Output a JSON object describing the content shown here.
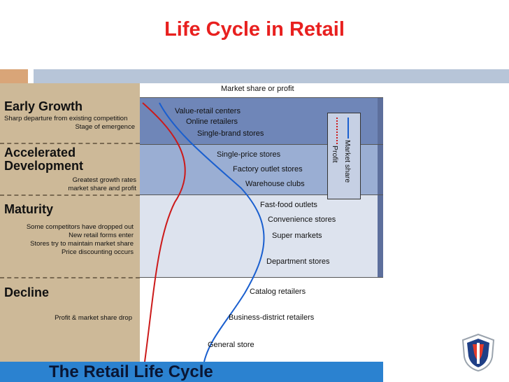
{
  "title": "Life Cycle in Retail",
  "top_label": "Market share or profit",
  "stages": [
    {
      "title": "Early Growth",
      "notes": [
        "Sharp departure from existing competition",
        "Stage of emergence"
      ]
    },
    {
      "title": "Accelerated\nDevelopment",
      "notes": [
        "Greatest growth rates",
        "market share and profit"
      ]
    },
    {
      "title": "Maturity",
      "notes": [
        "Some competitors have dropped out",
        "New retail forms enter",
        "Stores try to maintain market share",
        "Price discounting occurs"
      ]
    },
    {
      "title": "Decline",
      "notes": [
        "Profit & market share drop"
      ]
    }
  ],
  "stores": [
    "Value-retail centers",
    "Online retailers",
    "Single-brand stores",
    "Single-price stores",
    "Factory outlet stores",
    "Warehouse clubs",
    "Fast-food outlets",
    "Convenience stores",
    "Super markets",
    "Department stores",
    "Catalog retailers",
    "Business-district retailers",
    "General store"
  ],
  "legend": {
    "market_share": "Market share",
    "profit": "Profit"
  },
  "bottom_caption": "The Retail Life Cycle",
  "colors": {
    "title": "#e8201f",
    "market_share_line": "#1a5fcf",
    "profit_line": "#cc1a1a",
    "early_band": "#6f86b8",
    "accelerated_band": "#9aaed3",
    "maturity_band": "#dde3ee",
    "left_panel": "#cdb998",
    "bottom_bar": "#2b82d0"
  },
  "logo_icon": "shield-logo-icon"
}
